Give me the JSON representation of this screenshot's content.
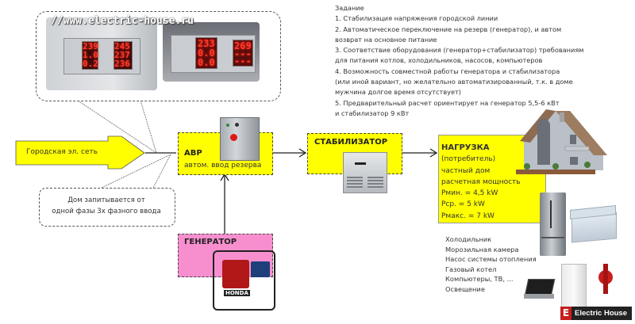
{
  "photo_callout": {
    "watermark": "//www.electric-house.ru",
    "left_device": {
      "display_1": [
        "239",
        "1.0",
        "0.2"
      ],
      "display_2": [
        "245",
        "237",
        "236"
      ]
    },
    "right_device": {
      "display_1": [
        "233",
        "0.0",
        "0.0"
      ],
      "display_2": [
        "269",
        "---",
        "---"
      ]
    }
  },
  "task": {
    "title": "Задание",
    "lines": [
      "1. Стабилизация напряжения городской линии",
      "2. Автоматическое переключение на резерв (генератор), и автом",
      "возврат на основное питание",
      "3. Соответствие оборудования (генератор+стабилизатор) требованиям",
      "для питания котлов, холодильников, насосов, компьютеров",
      "4. Возможность совместной работы генератора и стабилизатора",
      "(или иной вариант, но желательно автоматизированный, т.к. в доме",
      "мужчина долгое время отсутствует)",
      "5. Предварительный расчет ориентирует на генератор 5,5-6 кВт",
      "и стабилизатор 9 кВт"
    ]
  },
  "city_grid": {
    "label": "Городская эл. сеть"
  },
  "note_callout": {
    "lines": [
      "Дом запитывается от",
      "одной фазы 3х фазного ввода"
    ]
  },
  "avr": {
    "title": "АВР",
    "subtitle": "автом. ввод резерва"
  },
  "stabilizer": {
    "title": "СТАБИЛИЗАТОР"
  },
  "generator": {
    "title": "ГЕНЕРАТОР",
    "brand": "HONDA"
  },
  "load": {
    "title": "НАГРУЗКА",
    "lines": [
      "(потребитель)",
      "частный дом",
      "расчетная мощность",
      "Рмин. = 4,5 kW",
      "Рср. = 5 kW",
      "Рмакс. = 7 kW"
    ]
  },
  "appliances": [
    "Холодильник",
    "Морозильная камера",
    "Насос системы отопления",
    "Газовый котел",
    "Компьютеры, ТВ, ...",
    "Освещение"
  ],
  "brand_logo": {
    "letter": "E",
    "text": "Electric House"
  },
  "colors": {
    "yellow_box": "#ffff00",
    "pink_box": "#f78fcf",
    "brand_red": "#c81e1e",
    "led_red": "#ff3b2a"
  }
}
